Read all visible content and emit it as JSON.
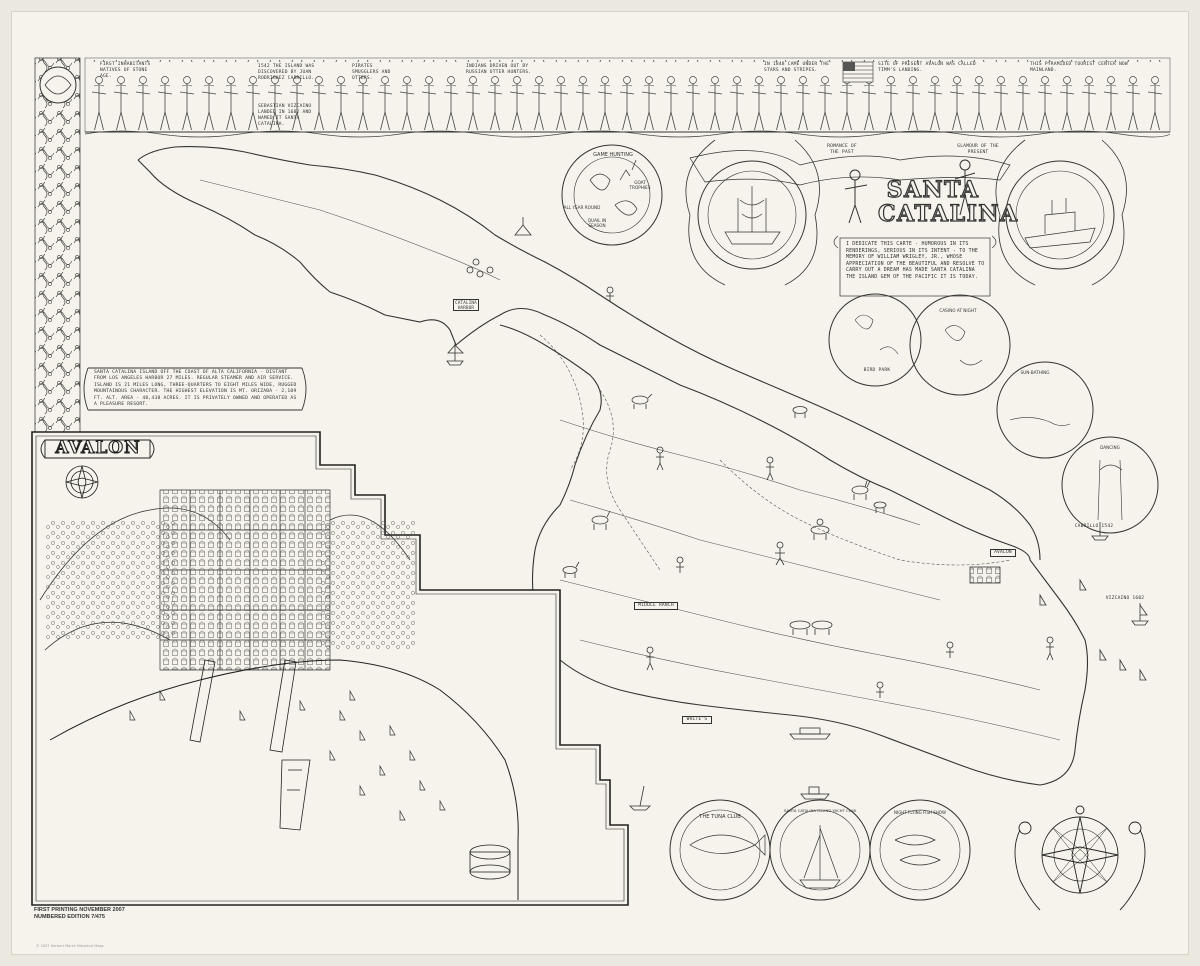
{
  "map": {
    "title_line1": "SANTA",
    "title_line2": "CATALINA",
    "dedication": "I dedicate this carte - humorous in its renderings, serious in its intent - to the memory of William Wrigley, Jr., whose appreciation of the beautiful and resolve to carry out a dream has made Santa Catalina the island gem of the Pacific it is today.",
    "romance_label": "Romance of the Past",
    "glamour_label": "Glamour of the Present",
    "island_info": "Santa Catalina Island off the coast of Alta California - distant from Los Angeles Harbor 27 miles. Regular steamer and air service. Island is 21 miles long, three-quarters to eight miles wide, rugged mountainous character. The highest elevation is Mt. Orizaba - 2,109 ft. alt. Area - 48,438 acres. It is privately owned and operated as a pleasure resort.",
    "avalon_label": "AVALON",
    "inset_avalon_label": "AVALON",
    "place_labels": {
      "catalina_harbor": "CATALINA HARBOR",
      "middle_ranch": "MIDDLE RANCH",
      "white_rock": "WHITE'S",
      "cabrillo_1542": "CABRILLO 1542",
      "vizcaino_1602": "VIZCAINO 1602",
      "bird_park": "BIRD PARK"
    },
    "medallions": {
      "game_hunting": "GAME HUNTING",
      "all_year_round": "ALL YEAR ROUND",
      "quail_in_season": "QUAIL IN SEASON",
      "goat_trophies": "GOAT TROPHIES",
      "casino_at_night": "CASINO AT NIGHT",
      "sunbathing": "SUN-BATHING",
      "dancing": "DANCING",
      "tuna_club": "THE TUNA CLUB",
      "yacht_club": "SANTA CATALINA ISLAND YACHT CLUB",
      "flying_fish": "NIGHT FLYING FISH SHOW"
    },
    "history_captions": [
      "First inhabitants natives of Stone Age.",
      "1542 the island was discovered by Juan Rodriguez Cabrillo.",
      "Sebastian Vizcaino landed in 1602 and named it Santa Catalina.",
      "Pirates smugglers and otters.",
      "Indians driven out by Russian otter hunters.",
      "In 1848 came under the Stars and Stripes.",
      "Site of present Avalon was called Timm's Landing.",
      "This pyramided tourist center now mainland."
    ],
    "footer_line1": "FIRST PRINTING NOVEMBER 2007",
    "footer_line2": "NUMBERED EDITION  7/475",
    "bottom_credit": "© 2007 Herbert Marsh Historical Maps"
  }
}
